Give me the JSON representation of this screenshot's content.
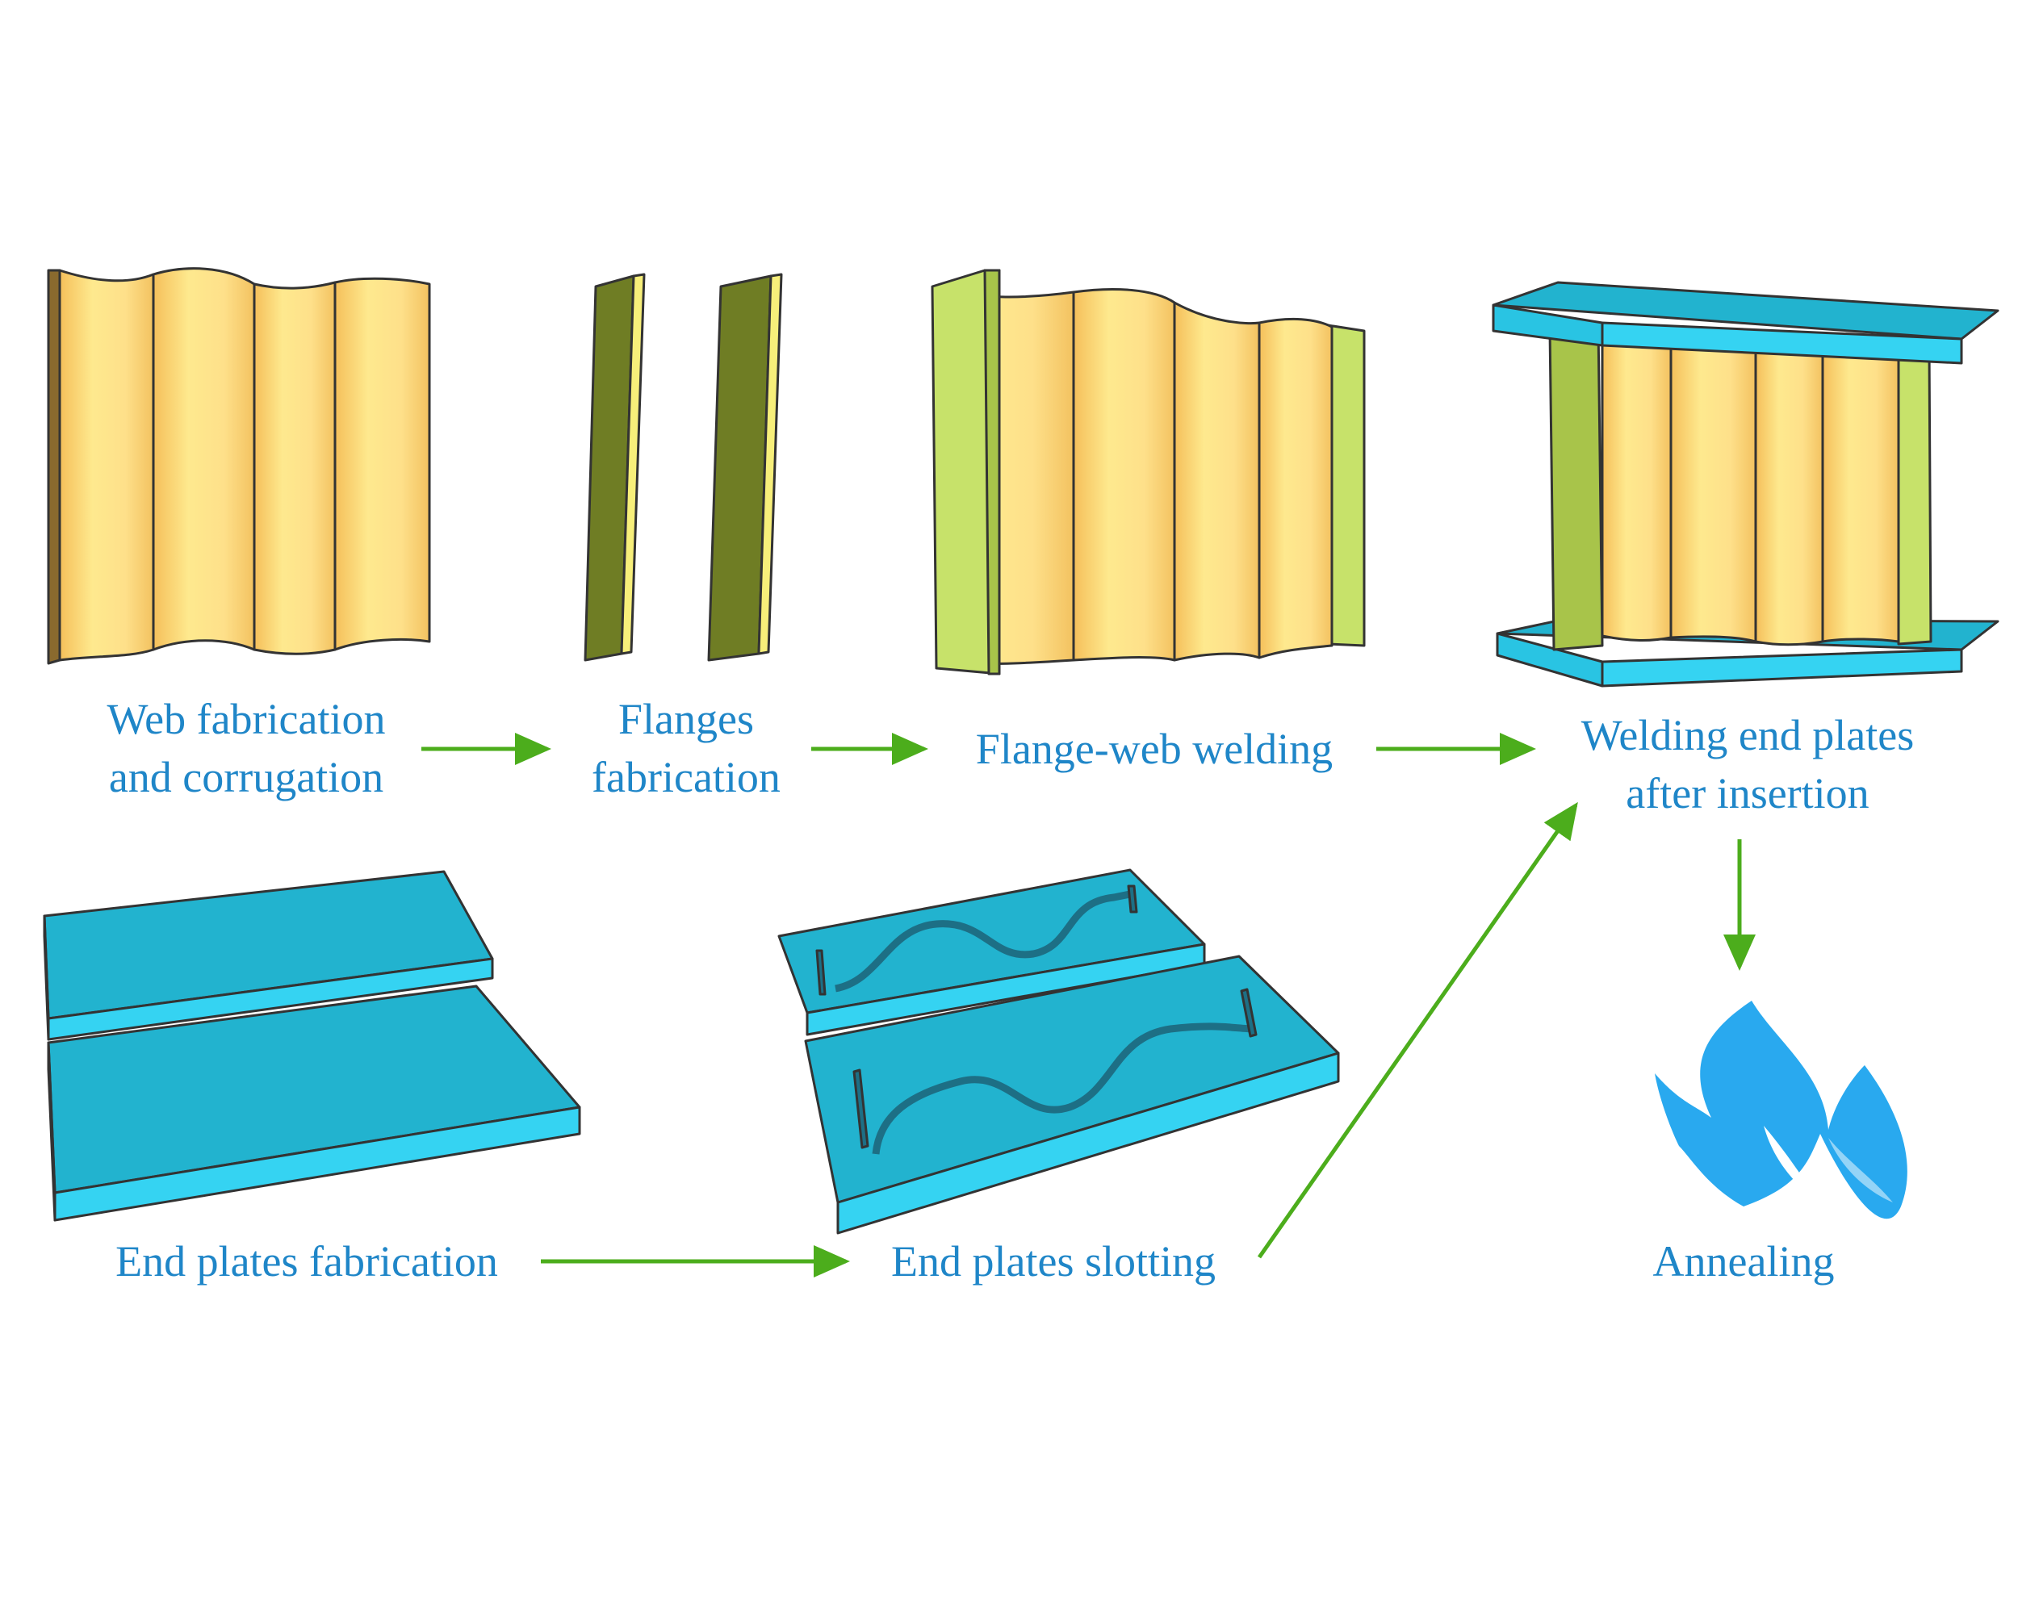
{
  "colors": {
    "label": "#1f86c8",
    "arrow": "#4cad1c",
    "web_light": "#fee98e",
    "web_dark": "#f5bf5a",
    "flange_face": "#c7e26a",
    "flange_dark": "#6f7d24",
    "flange_edge": "#f7ef7a",
    "plate_top": "#22b3cf",
    "plate_side": "#35d3f2",
    "flame": "#29a9ef",
    "outline": "#333333"
  },
  "icons": {
    "annealing": "flame-icon"
  },
  "steps": {
    "web": {
      "line1": "Web fabrication",
      "line2": "and corrugation"
    },
    "flanges": {
      "line1": "Flanges",
      "line2": "fabrication"
    },
    "welding": {
      "line1": "Flange-web welding"
    },
    "end_plates_welding": {
      "line1": "Welding end plates",
      "line2": "after insertion"
    },
    "end_plates_fab": {
      "line1": "End plates fabrication"
    },
    "end_plates_slot": {
      "line1": "End plates slotting"
    },
    "annealing": {
      "line1": "Annealing"
    }
  }
}
